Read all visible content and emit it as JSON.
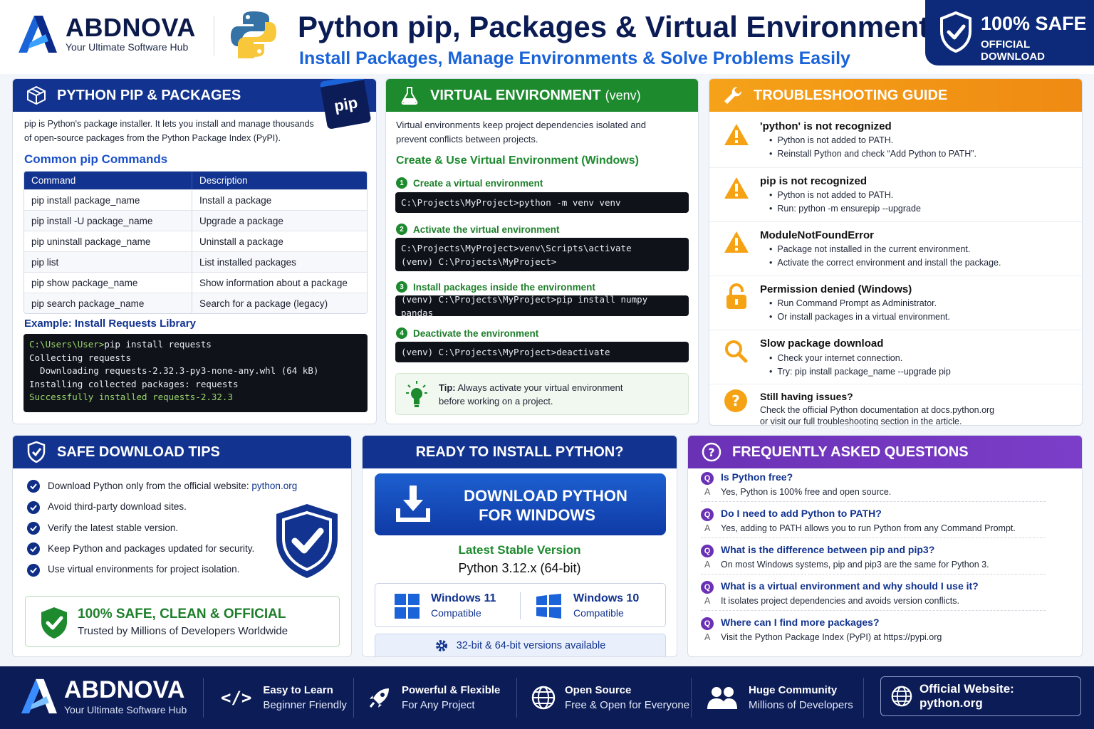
{
  "brand": {
    "name": "ABDNOVA",
    "tagline": "Your Ultimate Software Hub"
  },
  "header": {
    "title": "Python pip, Packages & Virtual Environment",
    "subtitle": "Install Packages, Manage Environments & Solve Problems Easily",
    "badge_line1": "100% SAFE",
    "badge_line2": "OFFICIAL DOWNLOAD"
  },
  "pip": {
    "title": "PYTHON PIP & PACKAGES",
    "badge": "pip",
    "intro_1": "pip is Python's package installer. It lets you install and manage thousands",
    "intro_2": "of open-source packages from the Python Package Index (PyPI).",
    "commands_heading": "Common pip Commands",
    "col_command": "Command",
    "col_description": "Description",
    "rows": [
      {
        "cmd": "pip install package_name",
        "desc": "Install a package"
      },
      {
        "cmd": "pip install -U package_name",
        "desc": "Upgrade a package"
      },
      {
        "cmd": "pip uninstall package_name",
        "desc": "Uninstall a package"
      },
      {
        "cmd": "pip list",
        "desc": "List installed packages"
      },
      {
        "cmd": "pip show package_name",
        "desc": "Show information about a package"
      },
      {
        "cmd": "pip search package_name",
        "desc": "Search for a package (legacy)"
      }
    ],
    "example_heading": "Example: Install Requests Library",
    "terminal": {
      "prompt": "C:\\Users\\User>",
      "command": "pip install requests",
      "line2": "Collecting requests",
      "line3": "  Downloading requests-2.32.3-py3-none-any.whl (64 kB)",
      "line4": "Installing collected packages: requests",
      "line5": "Successfully installed requests-2.32.3"
    }
  },
  "venv": {
    "title": "VIRTUAL ENVIRONMENT",
    "title_suffix": "(venv)",
    "intro_1": "Virtual environments keep project dependencies isolated and",
    "intro_2": "prevent conflicts between projects.",
    "heading": "Create & Use Virtual Environment (Windows)",
    "steps": [
      {
        "num": "1",
        "label": "Create a virtual environment",
        "line1": "C:\\Projects\\MyProject>python -m venv venv",
        "line2": ""
      },
      {
        "num": "2",
        "label": "Activate the virtual environment",
        "line1": "C:\\Projects\\MyProject>venv\\Scripts\\activate",
        "line2": "(venv) C:\\Projects\\MyProject>"
      },
      {
        "num": "3",
        "label": "Install packages inside the environment",
        "line1": "(venv) C:\\Projects\\MyProject>pip install numpy pandas",
        "line2": ""
      },
      {
        "num": "4",
        "label": "Deactivate the environment",
        "line1": "(venv) C:\\Projects\\MyProject>deactivate",
        "line2": ""
      }
    ],
    "tip_label": "Tip:",
    "tip_text_1": "Always activate your virtual environment",
    "tip_text_2": "before working on a project."
  },
  "trouble": {
    "title": "TROUBLESHOOTING GUIDE",
    "items": [
      {
        "title": "'python' is not recognized",
        "b1": "Python is not added to PATH.",
        "b2": "Reinstall Python and check “Add Python to PATH”."
      },
      {
        "title": "pip is not recognized",
        "b1": "Python is not added to PATH.",
        "b2": "Run: python -m ensurepip --upgrade"
      },
      {
        "title": "ModuleNotFoundError",
        "b1": "Package not installed in the current environment.",
        "b2": "Activate the correct environment and install the package."
      },
      {
        "title": "Permission denied (Windows)",
        "b1": "Run Command Prompt as Administrator.",
        "b2": "Or install packages in a virtual environment."
      },
      {
        "title": "Slow package download",
        "b1": "Check your internet connection.",
        "b2": "Try: pip install package_name --upgrade pip"
      },
      {
        "title": "Still having issues?",
        "b1": "Check the official Python documentation at docs.python.org",
        "b2": "or visit our full troubleshooting section in the article."
      }
    ]
  },
  "safe": {
    "title": "SAFE DOWNLOAD TIPS",
    "tips": [
      {
        "text": "Download Python only from the official website: ",
        "link": "python.org"
      },
      {
        "text": "Avoid third-party download sites.",
        "link": ""
      },
      {
        "text": "Verify the latest stable version.",
        "link": ""
      },
      {
        "text": "Keep Python and packages updated for security.",
        "link": ""
      },
      {
        "text": "Use virtual environments for project isolation.",
        "link": ""
      }
    ],
    "banner_title": "100% SAFE, CLEAN & OFFICIAL",
    "banner_sub": "Trusted by Millions of Developers Worldwide"
  },
  "ready": {
    "title": "READY TO INSTALL PYTHON?",
    "button_line1": "DOWNLOAD PYTHON",
    "button_line2": "FOR WINDOWS",
    "stable_label": "Latest Stable Version",
    "version": "Python 3.12.x (64-bit)",
    "win11": "Windows 11",
    "win10": "Windows 10",
    "compatible": "Compatible",
    "bits": "32-bit & 64-bit versions available"
  },
  "faq": {
    "title": "FREQUENTLY ASKED QUESTIONS",
    "q_marker": "Q",
    "a_marker": "A",
    "items": [
      {
        "q": "Is Python free?",
        "a": "Yes, Python is 100% free and open source."
      },
      {
        "q": "Do I need to add Python to PATH?",
        "a": "Yes, adding to PATH allows you to run Python from any Command Prompt."
      },
      {
        "q": "What is the difference between pip and pip3?",
        "a": "On most Windows systems, pip and pip3 are the same for Python 3."
      },
      {
        "q": "What is a virtual environment and why should I use it?",
        "a": "It isolates project dependencies and avoids version conflicts."
      },
      {
        "q": "Where can I find more packages?",
        "a": "Visit the Python Package Index (PyPI) at https://pypi.org"
      }
    ]
  },
  "footer": {
    "f1_title": "Easy to Learn",
    "f1_sub": "Beginner Friendly",
    "f2_title": "Powerful & Flexible",
    "f2_sub": "For Any Project",
    "f3_title": "Open Source",
    "f3_sub": "Free & Open for Everyone",
    "f4_title": "Huge Community",
    "f4_sub": "Millions of Developers",
    "website": "Official Website: python.org"
  },
  "colors": {
    "navy": "#0c1c57",
    "blue": "#1a63d8",
    "green": "#1d8a2e",
    "orange": "#f08a12",
    "purple": "#6a31b5"
  }
}
